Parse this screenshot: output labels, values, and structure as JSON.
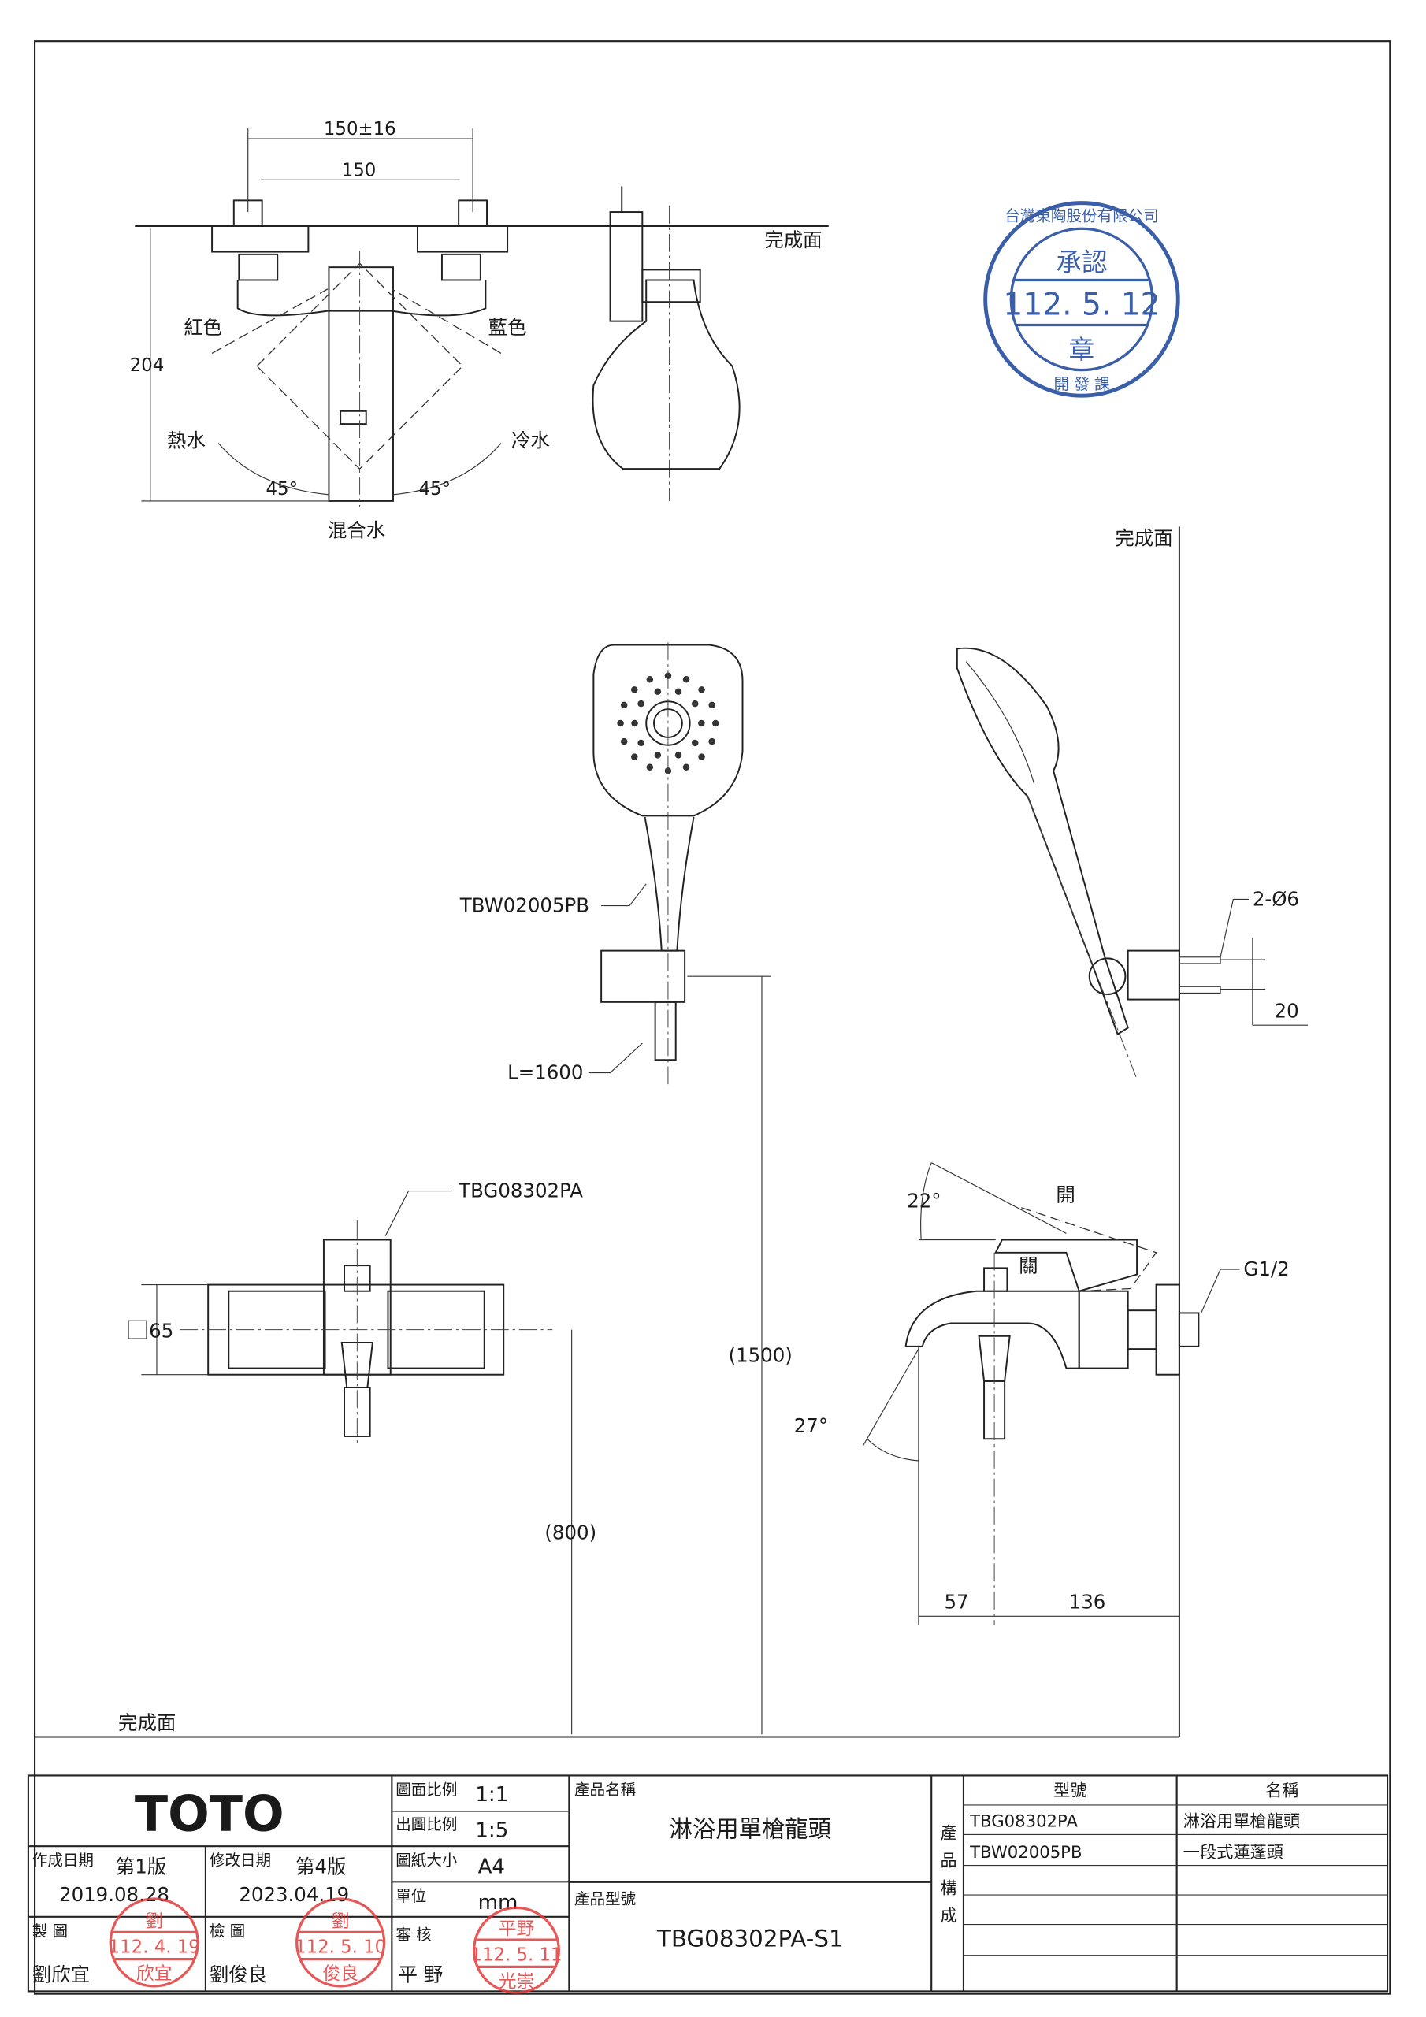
{
  "drawing": {
    "top_view": {
      "dim_outer": "150±16",
      "dim_inner": "150",
      "dim_height": "204",
      "finish_surface": "完成面",
      "red_label": "紅色",
      "blue_label": "藍色",
      "hot_label": "熱水",
      "cold_label": "冷水",
      "angle_left": "45°",
      "angle_right": "45°",
      "mixed_label": "混合水"
    },
    "side_finish_surface": "完成面",
    "shower": {
      "model_label": "TBW02005PB",
      "hose_label": "L=1600",
      "holes_label": "2-Ø6",
      "hole_spacing": "20"
    },
    "faucet": {
      "model_label": "TBG08302PA",
      "square_label": "65",
      "height_1500": "(1500)",
      "height_800": "(800)",
      "angle_open": "22°",
      "open_label": "開",
      "close_label": "關",
      "thread_label": "G1/2",
      "angle_spout": "27°",
      "dim_57": "57",
      "dim_136": "136"
    },
    "floor_finish_surface": "完成面"
  },
  "approval_stamp": {
    "company": "台灣東陶股份有限公司",
    "title": "承認",
    "date": "112. 5. 12",
    "seal": "章",
    "dept": "開 發 課"
  },
  "title_block": {
    "brand": "TOTO",
    "drawing_scale_label": "圖面比例",
    "drawing_scale": "1:1",
    "print_scale_label": "出圖比例",
    "print_scale": "1:5",
    "paper_size_label": "圖紙大小",
    "paper_size": "A4",
    "unit_label": "單位",
    "unit": "mm",
    "created_label": "作成日期",
    "created_version": "第1版",
    "created_date": "2019.08.28",
    "modified_label": "修改日期",
    "modified_version": "第4版",
    "modified_date": "2023.04.19",
    "drawn_label": "製 圖",
    "drawn_by": "劉欣宜",
    "checked_label": "檢 圖",
    "checked_by": "劉俊良",
    "reviewed_label": "審 核",
    "reviewed_by": "平 野",
    "product_name_label": "產品名稱",
    "product_name": "淋浴用單槍龍頭",
    "product_model_label": "產品型號",
    "product_model": "TBG08302PA-S1",
    "stamps": [
      {
        "top": "劉",
        "date": "112. 4. 19",
        "name": "欣宜"
      },
      {
        "top": "劉",
        "date": "112. 5. 10",
        "name": "俊良"
      },
      {
        "top": "平野",
        "date": "112. 5. 11",
        "name": "光崇"
      }
    ],
    "composition_label": "產品構成",
    "composition_headers": [
      "型號",
      "名稱"
    ],
    "composition_rows": [
      [
        "TBG08302PA",
        "淋浴用單槍龍頭"
      ],
      [
        "TBW02005PB",
        "一段式蓮蓬頭"
      ]
    ]
  }
}
